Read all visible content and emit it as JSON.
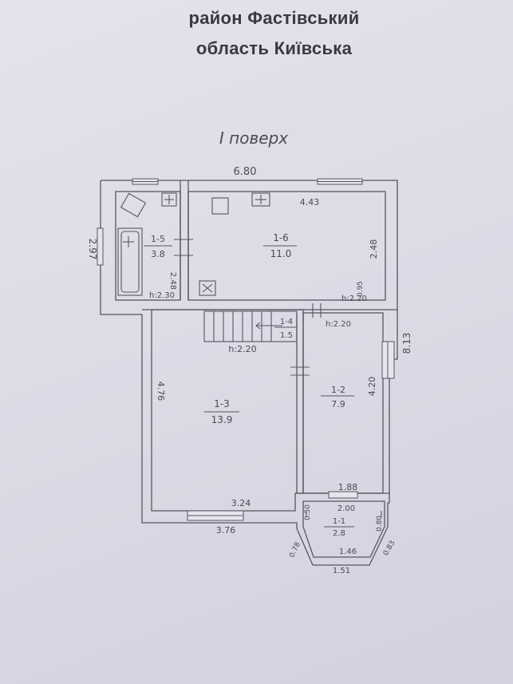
{
  "header": {
    "line1": "район Фастівський",
    "line2": "область Київська"
  },
  "plan": {
    "floor_title": "I поверх",
    "overall_width": "6.80",
    "left_depth": "2.97",
    "right_depth": "8.13",
    "rooms": [
      {
        "id": "1-5",
        "area": "3.8"
      },
      {
        "id": "1-6",
        "area": "11.0"
      },
      {
        "id": "1-4",
        "area": "1.5"
      },
      {
        "id": "1-3",
        "area": "13.9"
      },
      {
        "id": "1-2",
        "area": "7.9"
      },
      {
        "id": "1-1",
        "area": "2.8"
      }
    ],
    "dims": {
      "bath_depth": "2.48",
      "bath_height": "h:2.30",
      "kitchen_width": "4.43",
      "kitchen_depth": "2.48",
      "kitchen_height": "h:2.20",
      "kitchen_side": "0.95",
      "hall_height": "h:2.20",
      "stair_height": "h:2.20",
      "big_depth": "4.76",
      "big_inner_width": "3.24",
      "big_outer_width": "3.76",
      "room12_depth": "4.20",
      "room12_width": "1.88",
      "porch_top": "2.00",
      "porch_bottom_inner": "1.46",
      "porch_bottom_outer": "1.51",
      "porch_left_side": "0.50",
      "porch_left_diag": "0.78",
      "porch_right_side": "0.80",
      "porch_right_diag": "0.83"
    }
  }
}
